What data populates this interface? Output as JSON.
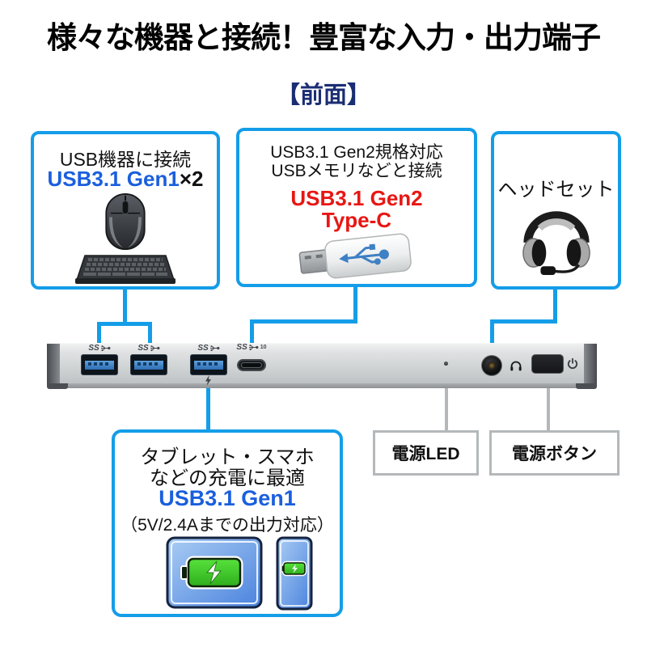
{
  "title": "様々な機器と接続！豊富な入力・出力端子",
  "section": {
    "front_label": "【前面】"
  },
  "colors": {
    "accent_cyan": "#149de8",
    "spec_blue": "#1a5fdd",
    "spec_red": "#e81613",
    "subtitle_navy": "#1b2d73",
    "connector_gray": "#b4b8ba"
  },
  "callouts": {
    "usb_a": {
      "heading": "USB機器に接続",
      "spec": "USB3.1 Gen1",
      "spec_multiplier": "×2"
    },
    "usb_c": {
      "heading_line1": "USB3.1 Gen2規格対応",
      "heading_line2": "USBメモリなどと接続",
      "spec_line1": "USB3.1 Gen2",
      "spec_line2": "Type-C"
    },
    "headset": {
      "label": "ヘッドセット"
    },
    "charging": {
      "heading_line1": "タブレット・スマホ",
      "heading_line2": "などの充電に最適",
      "spec": "USB3.1 Gen1",
      "note": "（5V/2.4Aまでの出力対応）"
    },
    "power_led": {
      "label": "電源LED"
    },
    "power_button": {
      "label": "電源ボタン"
    }
  },
  "device": {
    "usb_a_port_labels": [
      "SS",
      "SS",
      "SS"
    ],
    "usb_c_port_label": "SS",
    "usb_c_port_speed": "10"
  }
}
